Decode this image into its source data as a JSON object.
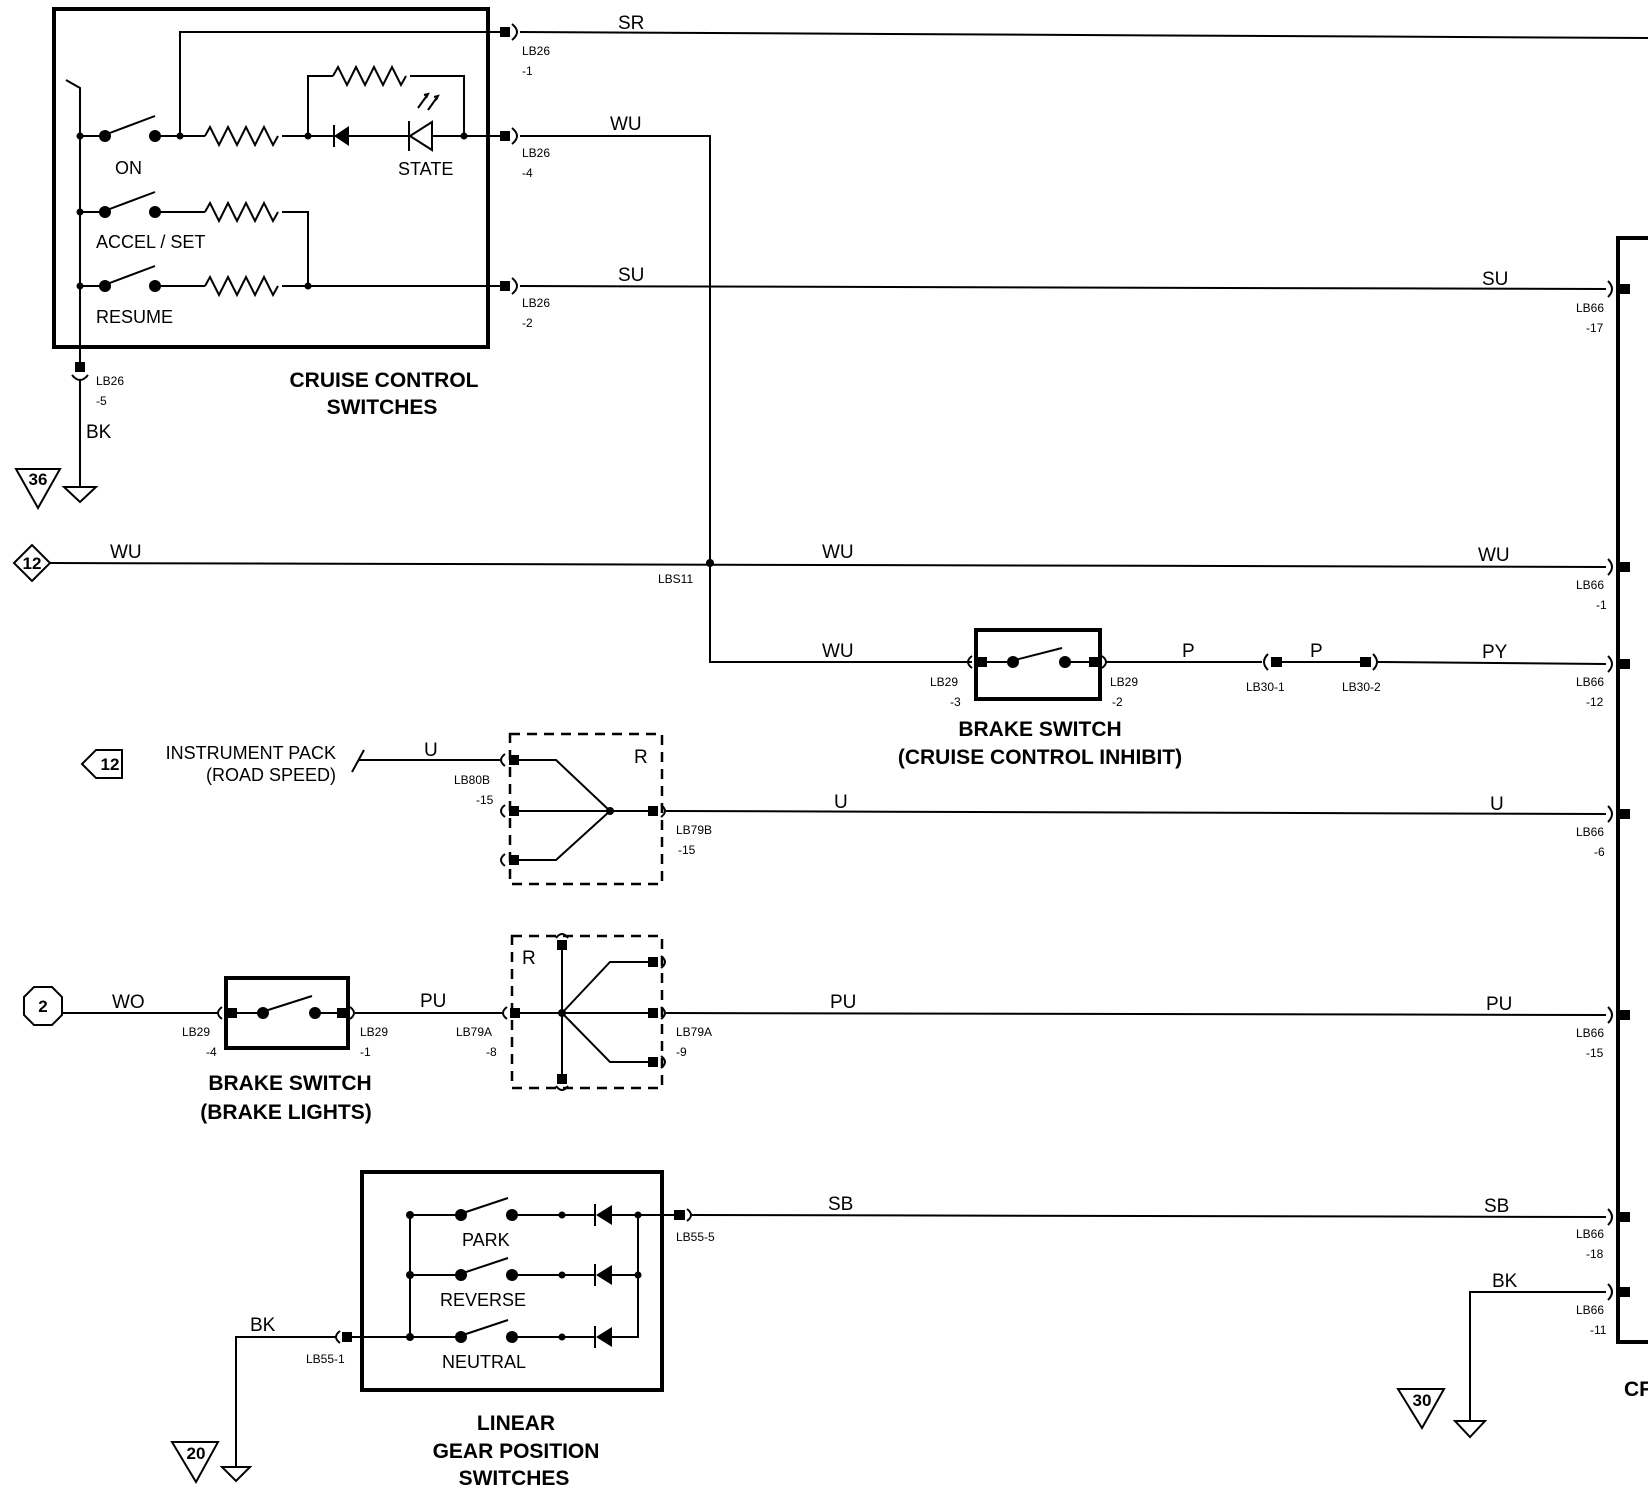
{
  "components": {
    "cruise": {
      "title_line1": "CRUISE CONTROL",
      "title_line2": "SWITCHES",
      "sw_on": "ON",
      "sw_accel": "ACCEL / SET",
      "sw_resume": "RESUME",
      "led": "STATE"
    },
    "brake_cc": {
      "title_line1": "BRAKE  SWITCH",
      "title_line2": "(CRUISE CONTROL INHIBIT)"
    },
    "brake_lights": {
      "title_line1": "BRAKE SWITCH",
      "title_line2": "(BRAKE LIGHTS)"
    },
    "gear": {
      "title_line1": "LINEAR",
      "title_line2": "GEAR POSITION",
      "title_line3": "SWITCHES",
      "sw_park": "PARK",
      "sw_reverse": "REVERSE",
      "sw_neutral": "NEUTRAL"
    },
    "instrument": {
      "line1": "INSTRUMENT PACK",
      "line2": "(ROAD SPEED)"
    },
    "module_partial": "CF"
  },
  "wires": {
    "sr": "SR",
    "wu": "WU",
    "su": "SU",
    "bk": "BK",
    "p": "P",
    "py": "PY",
    "u": "U",
    "wo": "WO",
    "pu": "PU",
    "sb": "SB",
    "r": "R"
  },
  "pins": {
    "lb26_1a": "LB26",
    "lb26_1b": "-1",
    "lb26_4a": "LB26",
    "lb26_4b": "-4",
    "lb26_2a": "LB26",
    "lb26_2b": "-2",
    "lb26_5a": "LB26",
    "lb26_5b": "-5",
    "lbs11": "LBS11",
    "lb29_3a": "LB29",
    "lb29_3b": "-3",
    "lb29_2a": "LB29",
    "lb29_2b": "-2",
    "lb30_1": "LB30-1",
    "lb30_2": "LB30-2",
    "lb80b_a": "LB80B",
    "lb80b_b": "-15",
    "lb79b_a": "LB79B",
    "lb79b_b": "-15",
    "lb29_4a": "LB29",
    "lb29_4b": "-4",
    "lb29_1a": "LB29",
    "lb29_1b": "-1",
    "lb79a_8a": "LB79A",
    "lb79a_8b": "-8",
    "lb79a_9a": "LB79A",
    "lb79a_9b": "-9",
    "lb55_5": "LB55-5",
    "lb55_1": "LB55-1",
    "lb66_17a": "LB66",
    "lb66_17b": "-17",
    "lb66_1a": "LB66",
    "lb66_1b": "-1",
    "lb66_12a": "LB66",
    "lb66_12b": "-12",
    "lb66_6a": "LB66",
    "lb66_6b": "-6",
    "lb66_15a": "LB66",
    "lb66_15b": "-15",
    "lb66_18a": "LB66",
    "lb66_18b": "-18",
    "lb66_11a": "LB66",
    "lb66_11b": "-11"
  },
  "refs": {
    "g36": "36",
    "r12a": "12",
    "r12b": "12",
    "r2": "2",
    "g30": "30",
    "g20": "20"
  }
}
